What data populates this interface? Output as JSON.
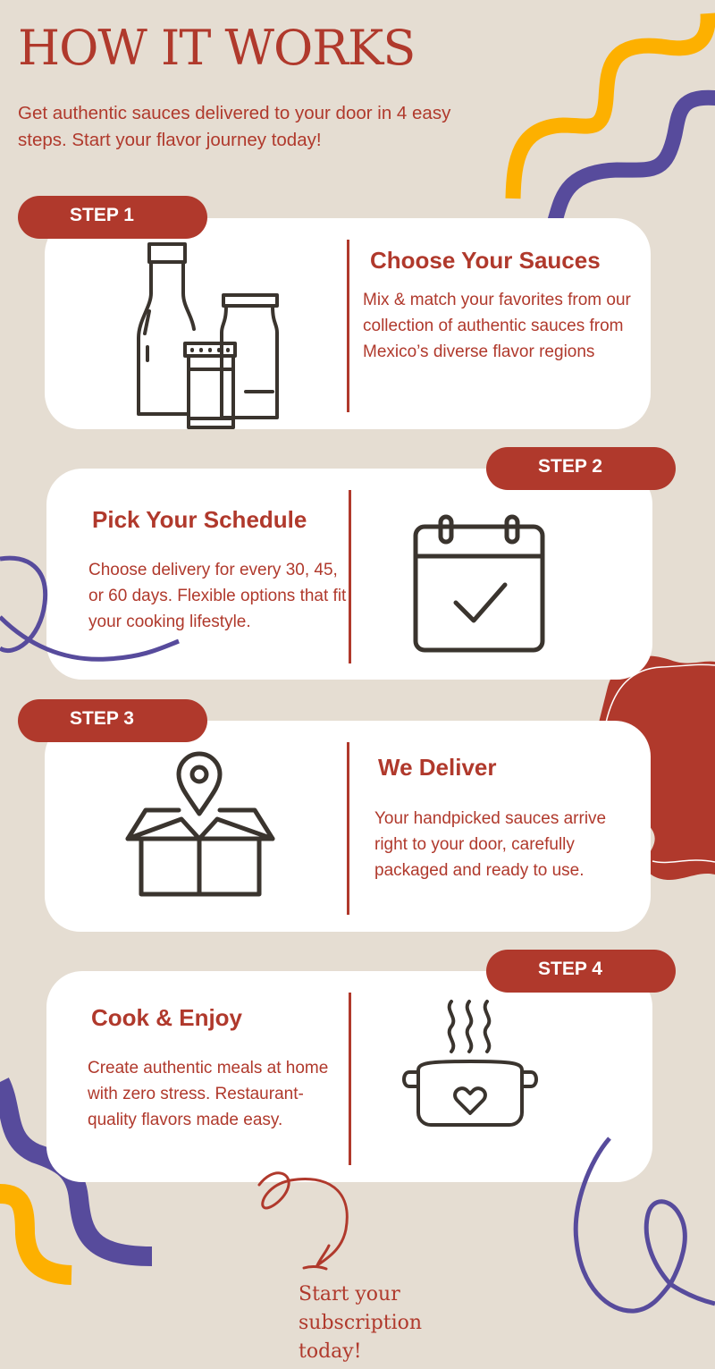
{
  "header": {
    "title": "HOW IT WORKS",
    "subtitle": "Get authentic sauces delivered to your door in 4 easy steps. Start your flavor journey today!"
  },
  "steps": [
    {
      "badge": "STEP 1",
      "title": "Choose Your Sauces",
      "body": "Mix & match your favorites from our collection of authentic sauces from Mexico’s diverse flavor regions",
      "icon": "sauce-bottles-icon"
    },
    {
      "badge": "STEP 2",
      "title": "Pick Your Schedule",
      "body": "Choose delivery for every 30, 45, or 60 days. Flexible options that fit your cooking lifestyle.",
      "icon": "calendar-check-icon"
    },
    {
      "badge": "STEP 3",
      "title": "We Deliver",
      "body": "Your handpicked sauces arrive right to your door, carefully packaged and ready to use.",
      "icon": "box-location-icon"
    },
    {
      "badge": "STEP 4",
      "title": "Cook & Enjoy",
      "body": "Create authentic meals at home with zero stress. Restaurant-quality flavors made easy.",
      "icon": "cooking-pot-heart-icon"
    }
  ],
  "cta": {
    "text": "Start your subscription today!"
  },
  "colors": {
    "background": "#e5ddd2",
    "accent": "#b0392c",
    "yellow": "#fdb000",
    "purple": "#574b9c",
    "icon": "#3a342e"
  }
}
